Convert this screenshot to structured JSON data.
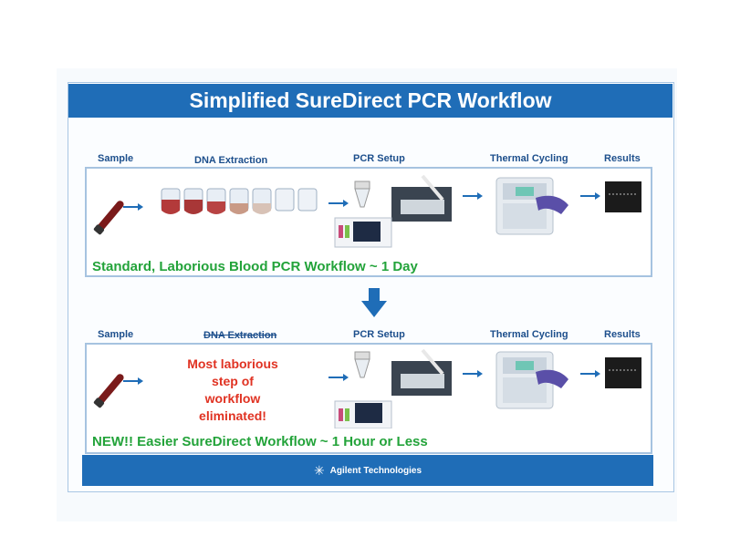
{
  "title": "Simplified SureDirect PCR Workflow",
  "steps": {
    "sample": "Sample",
    "dna_extraction": "DNA Extraction",
    "pcr_setup": "PCR Setup",
    "thermal_cycling": "Thermal Cycling",
    "results": "Results"
  },
  "standard_workflow": {
    "label": "Standard, Laborious Blood PCR Workflow ~ 1 Day"
  },
  "new_workflow": {
    "dna_extraction_struck": "DNA Extraction",
    "callout_lines": [
      "Most laborious",
      "step of",
      "workflow",
      "eliminated!"
    ],
    "label": "NEW!! Easier SureDirect Workflow ~ 1 Hour or Less"
  },
  "footer": {
    "brand": "Agilent Technologies"
  },
  "colors": {
    "brand_blue": "#1f6db7",
    "step_label": "#1d4f8c",
    "workflow_green": "#23a33a",
    "callout_red": "#e03222"
  }
}
